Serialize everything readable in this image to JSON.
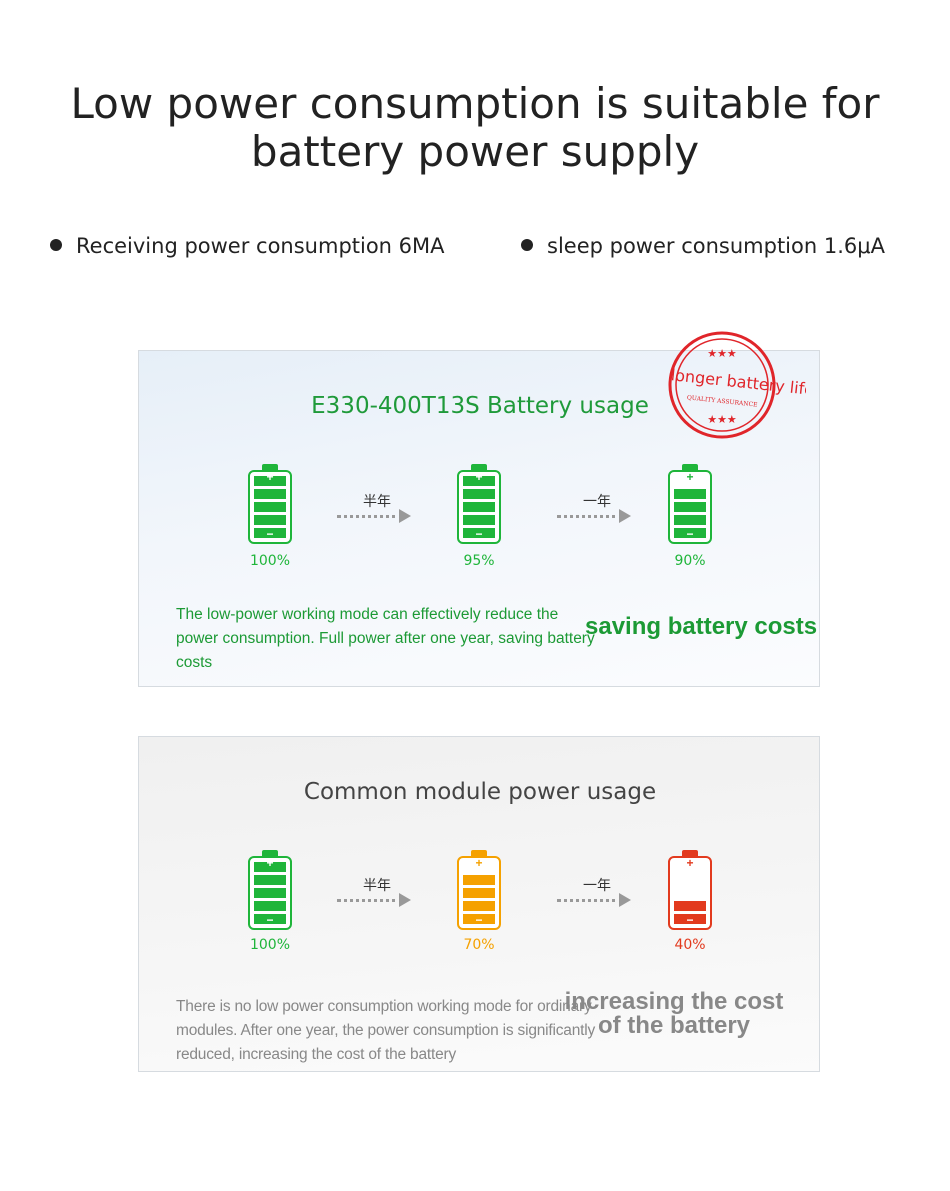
{
  "title_line1": "Low power consumption is suitable for",
  "title_line2": "battery power supply",
  "bullets": [
    "Receiving power consumption 6MA",
    "sleep power consumption 1.6μA"
  ],
  "panel_a": {
    "title": "E330-400T13S  Battery usage",
    "stamp_text": "longer battery life",
    "stamp_sub": "QUALITY ASSURANCE",
    "stamp_stars": "★★★",
    "batteries": [
      {
        "percent_label": "100%",
        "color": "#1fb53a",
        "filled_segments": 5
      },
      {
        "percent_label": "95%",
        "color": "#1fb53a",
        "filled_segments": 5
      },
      {
        "percent_label": "90%",
        "color": "#1fb53a",
        "filled_segments": 4
      }
    ],
    "arrows": [
      "半年",
      "一年"
    ],
    "description": "The low-power working mode can effectively reduce the power consumption. Full power after one year, saving battery costs",
    "highlight": "saving battery costs"
  },
  "panel_b": {
    "title": "Common module power usage",
    "batteries": [
      {
        "percent_label": "100%",
        "color": "#1fb53a",
        "filled_segments": 5
      },
      {
        "percent_label": "70%",
        "color": "#f5a100",
        "filled_segments": 4
      },
      {
        "percent_label": "40%",
        "color": "#e23a1e",
        "filled_segments": 2
      }
    ],
    "arrows": [
      "半年",
      "一年"
    ],
    "description": "There is no low power consumption working mode for ordinary modules. After one year, the power consumption is significantly reduced, increasing the cost of the battery",
    "highlight": "increasing the cost of the battery"
  },
  "colors": {
    "green": "#1fb53a",
    "orange": "#f5a100",
    "red": "#e23a1e",
    "stamp_red": "#e0252a"
  }
}
